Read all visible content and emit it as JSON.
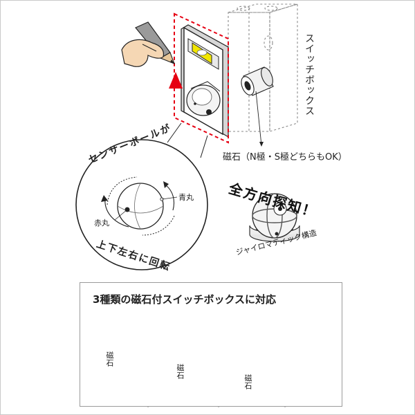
{
  "labels": {
    "switch_box": "スイッチボックス",
    "magnet_note": "磁石（N極・S極どちらもOK）",
    "blue_mark": "青丸",
    "red_mark": "赤丸",
    "gyro": "ジャイロマティック構造",
    "arc_top": "センサーボールが",
    "arc_bottom": "上下左右に回転",
    "all_direction": "全方向探知！",
    "panel_title": "3種類の磁石付スイッチボックスに対応",
    "magnet": "磁石"
  },
  "colors": {
    "red": "#e60012",
    "yellow": "#f2e600",
    "line": "#222222",
    "dash": "#8a8a8a"
  }
}
